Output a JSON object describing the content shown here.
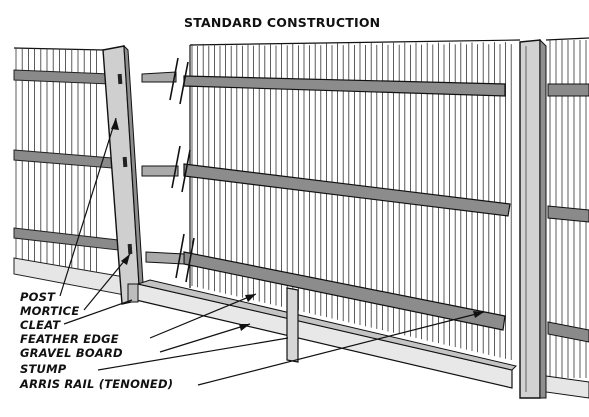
{
  "diagram": {
    "title": "STANDARD CONSTRUCTION",
    "labels": [
      {
        "id": "post",
        "text": "POST"
      },
      {
        "id": "mortice",
        "text": "MORTICE"
      },
      {
        "id": "cleat",
        "text": "CLEAT"
      },
      {
        "id": "feather-edge",
        "text": "FEATHER EDGE"
      },
      {
        "id": "gravel-board",
        "text": "GRAVEL BOARD"
      },
      {
        "id": "stump",
        "text": "STUMP"
      },
      {
        "id": "arris-rail",
        "text": "ARRIS RAIL (TENONED)"
      }
    ]
  }
}
